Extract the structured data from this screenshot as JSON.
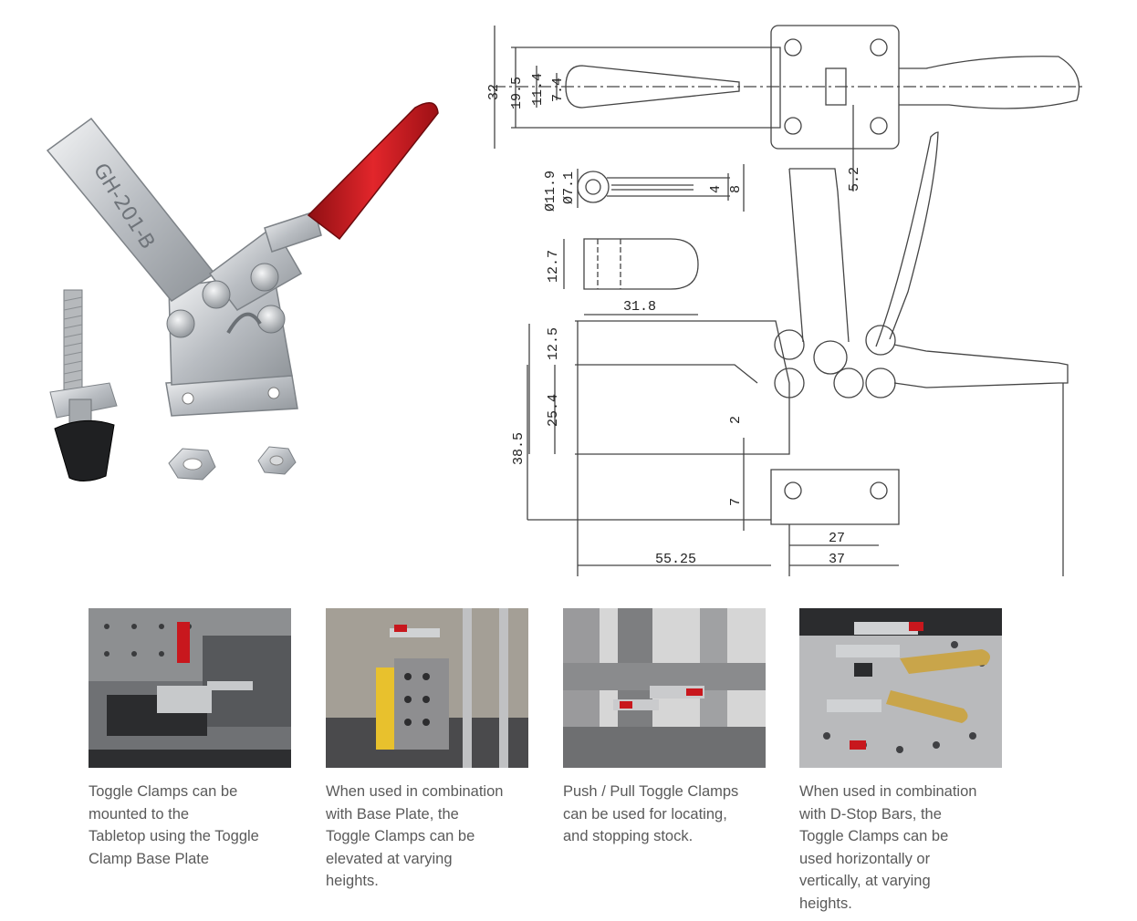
{
  "product": {
    "model_marking": "GH-201-B"
  },
  "drawing": {
    "dimensions": {
      "d32": "32",
      "d19_5": "19.5",
      "d11_4": "11.4",
      "d7_4": "7.4",
      "d5_2": "5.2",
      "d11_9": "Ø11.9",
      "d7_1": "Ø7.1",
      "d4": "4",
      "d8": "8",
      "d12_7": "12.7",
      "d31_8": "31.8",
      "d12_5": "12.5",
      "d25_4": "25.4",
      "d38_5": "38.5",
      "d2": "2",
      "d7": "7",
      "d27": "27",
      "d37": "37",
      "d55_25": "55.25"
    }
  },
  "gallery": [
    {
      "caption": [
        "Toggle Clamps can be",
        "mounted to the",
        "Tabletop using the Toggle",
        "Clamp Base Plate"
      ]
    },
    {
      "caption": [
        "When used in combination",
        "with Base Plate, the",
        "Toggle Clamps can be",
        "elevated at varying",
        "heights."
      ]
    },
    {
      "caption": [
        "Push / Pull Toggle Clamps",
        "can be used for locating,",
        "and stopping stock."
      ]
    },
    {
      "caption": [
        "When used in combination",
        "with D-Stop Bars, the",
        "Toggle Clamps can be",
        "used horizontally or",
        "vertically, at varying",
        "heights."
      ]
    }
  ],
  "colors": {
    "handle_red": "#c8171d",
    "metal": "#c9ccd0",
    "caption_text": "#5a5a5a"
  }
}
